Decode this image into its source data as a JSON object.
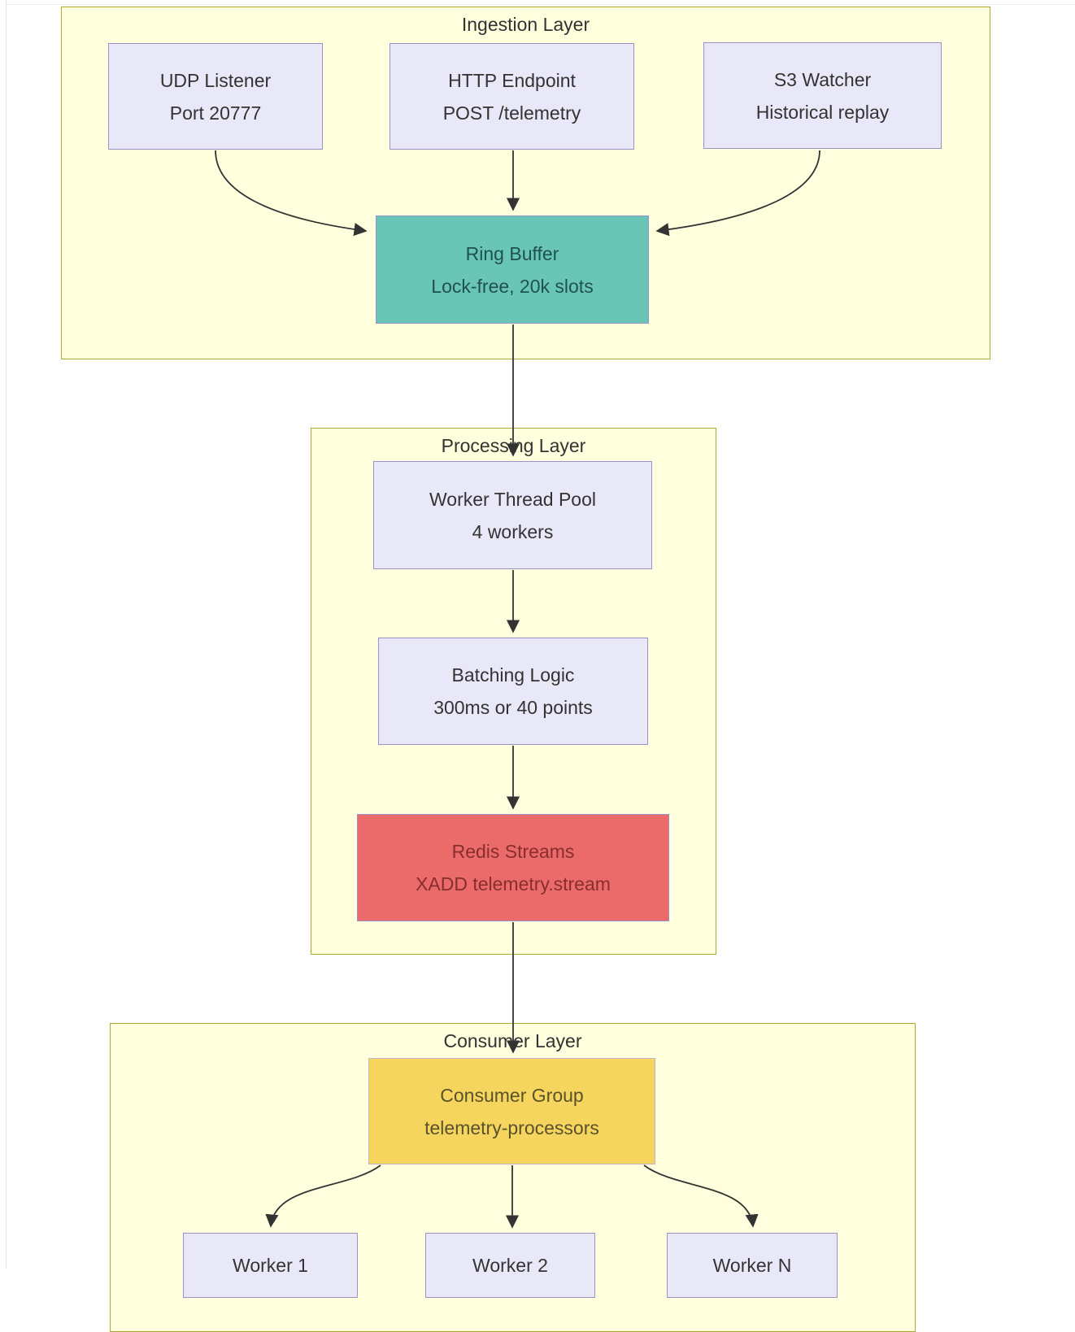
{
  "layers": {
    "ingestion": {
      "title": "Ingestion Layer"
    },
    "processing": {
      "title": "Processing Layer"
    },
    "consumer": {
      "title": "Consumer Layer"
    }
  },
  "nodes": {
    "udp": {
      "line1": "UDP Listener",
      "line2": "Port 20777"
    },
    "http": {
      "line1": "HTTP Endpoint",
      "line2": "POST /telemetry"
    },
    "s3": {
      "line1": "S3 Watcher",
      "line2": "Historical replay"
    },
    "ring": {
      "line1": "Ring Buffer",
      "line2": "Lock-free, 20k slots"
    },
    "wtp": {
      "line1": "Worker Thread Pool",
      "line2": "4 workers"
    },
    "batch": {
      "line1": "Batching Logic",
      "line2": "300ms or 40 points"
    },
    "redis": {
      "line1": "Redis Streams",
      "line2": "XADD telemetry.stream"
    },
    "cg": {
      "line1": "Consumer Group",
      "line2": "telemetry-processors"
    },
    "w1": {
      "line1": "Worker 1"
    },
    "w2": {
      "line1": "Worker 2"
    },
    "wn": {
      "line1": "Worker N"
    }
  },
  "colors": {
    "layer_fill": "#ffffde",
    "layer_stroke": "#aaaa33",
    "node_fill": "#e8e8f8",
    "node_stroke": "#9a91c8",
    "node_text": "#333333",
    "ring_fill": "#69c6b7",
    "ring_text": "#1f524c",
    "redis_fill": "#eb6a6a",
    "redis_text": "#892e2e",
    "gold_fill": "#f5d55e",
    "gold_stroke": "#c5b5c5",
    "gold_text": "#5a522d",
    "arrow_color": "#333333",
    "title_text": "#333333"
  }
}
